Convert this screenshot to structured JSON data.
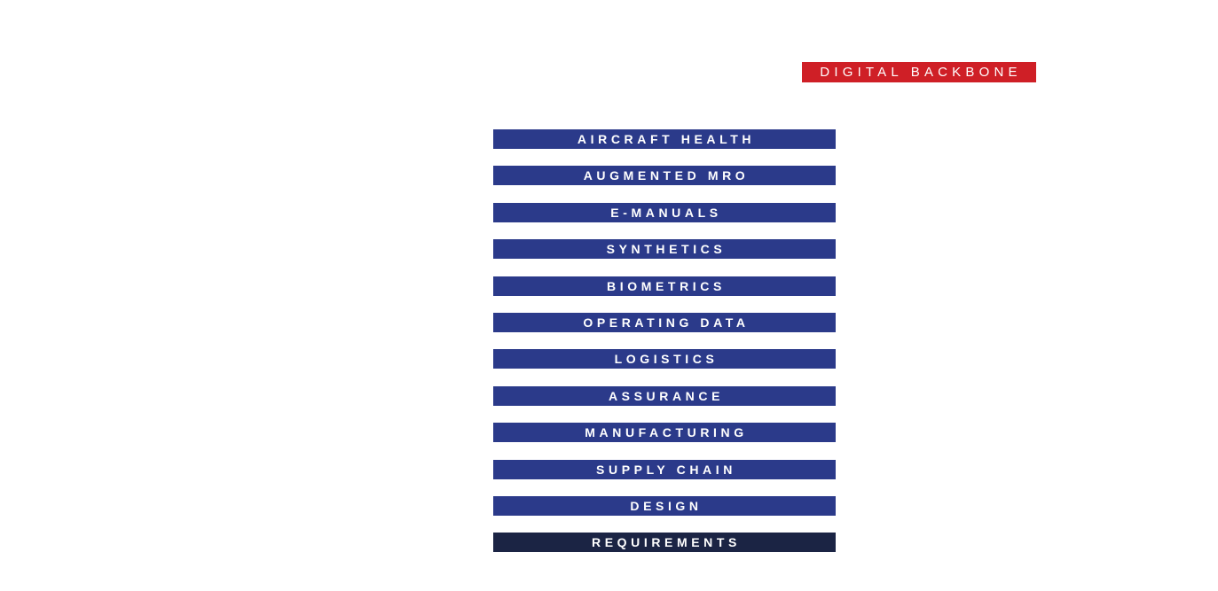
{
  "header": {
    "label": "DIGITAL BACKBONE"
  },
  "layers": [
    {
      "label": "AIRCRAFT HEALTH"
    },
    {
      "label": "AUGMENTED MRO"
    },
    {
      "label": "E-MANUALS"
    },
    {
      "label": "SYNTHETICS"
    },
    {
      "label": "BIOMETRICS"
    },
    {
      "label": "OPERATING DATA"
    },
    {
      "label": "LOGISTICS"
    },
    {
      "label": "ASSURANCE"
    },
    {
      "label": "MANUFACTURING"
    },
    {
      "label": "SUPPLY CHAIN"
    },
    {
      "label": "DESIGN"
    },
    {
      "label": "REQUIREMENTS"
    }
  ],
  "colors": {
    "header_bg": "#cf1f26",
    "layer_bg": "#2b3a8a",
    "base_layer_bg": "#1b2444",
    "text": "#ffffff"
  }
}
